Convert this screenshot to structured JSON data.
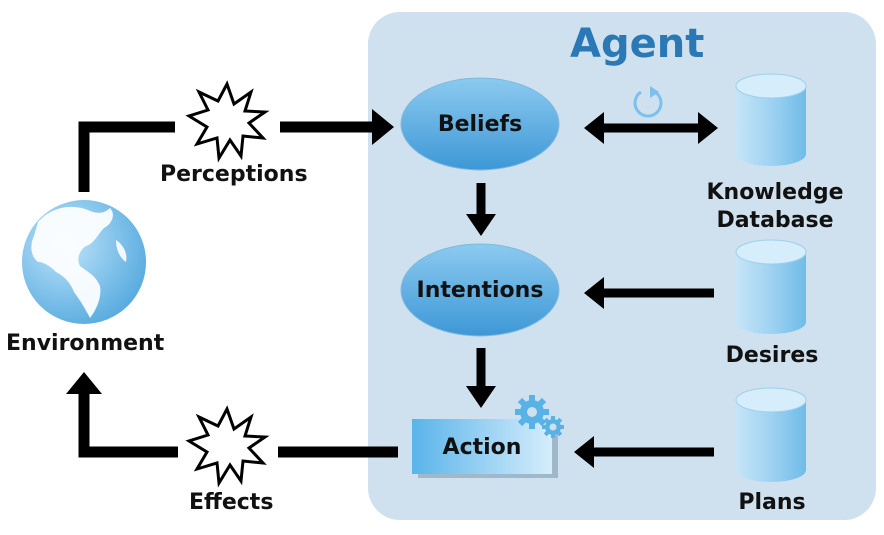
{
  "agent": {
    "title": "Agent"
  },
  "environment": {
    "label": "Environment"
  },
  "perceptions": {
    "label": "Perceptions"
  },
  "effects": {
    "label": "Effects"
  },
  "beliefs": {
    "label": "Beliefs"
  },
  "intentions": {
    "label": "Intentions"
  },
  "action": {
    "label": "Action"
  },
  "knowledge_database": {
    "line1": "Knowledge",
    "line2": "Database"
  },
  "desires": {
    "label": "Desires"
  },
  "plans": {
    "label": "Plans"
  },
  "colors": {
    "agent_panel": "#cfe1ee",
    "node_blue": "#5aaee3",
    "title_blue": "#2a78b5",
    "arrow": "#000000"
  },
  "icons": [
    "globe-icon",
    "burst-icon",
    "database-icon",
    "gear-icon",
    "refresh-icon"
  ]
}
